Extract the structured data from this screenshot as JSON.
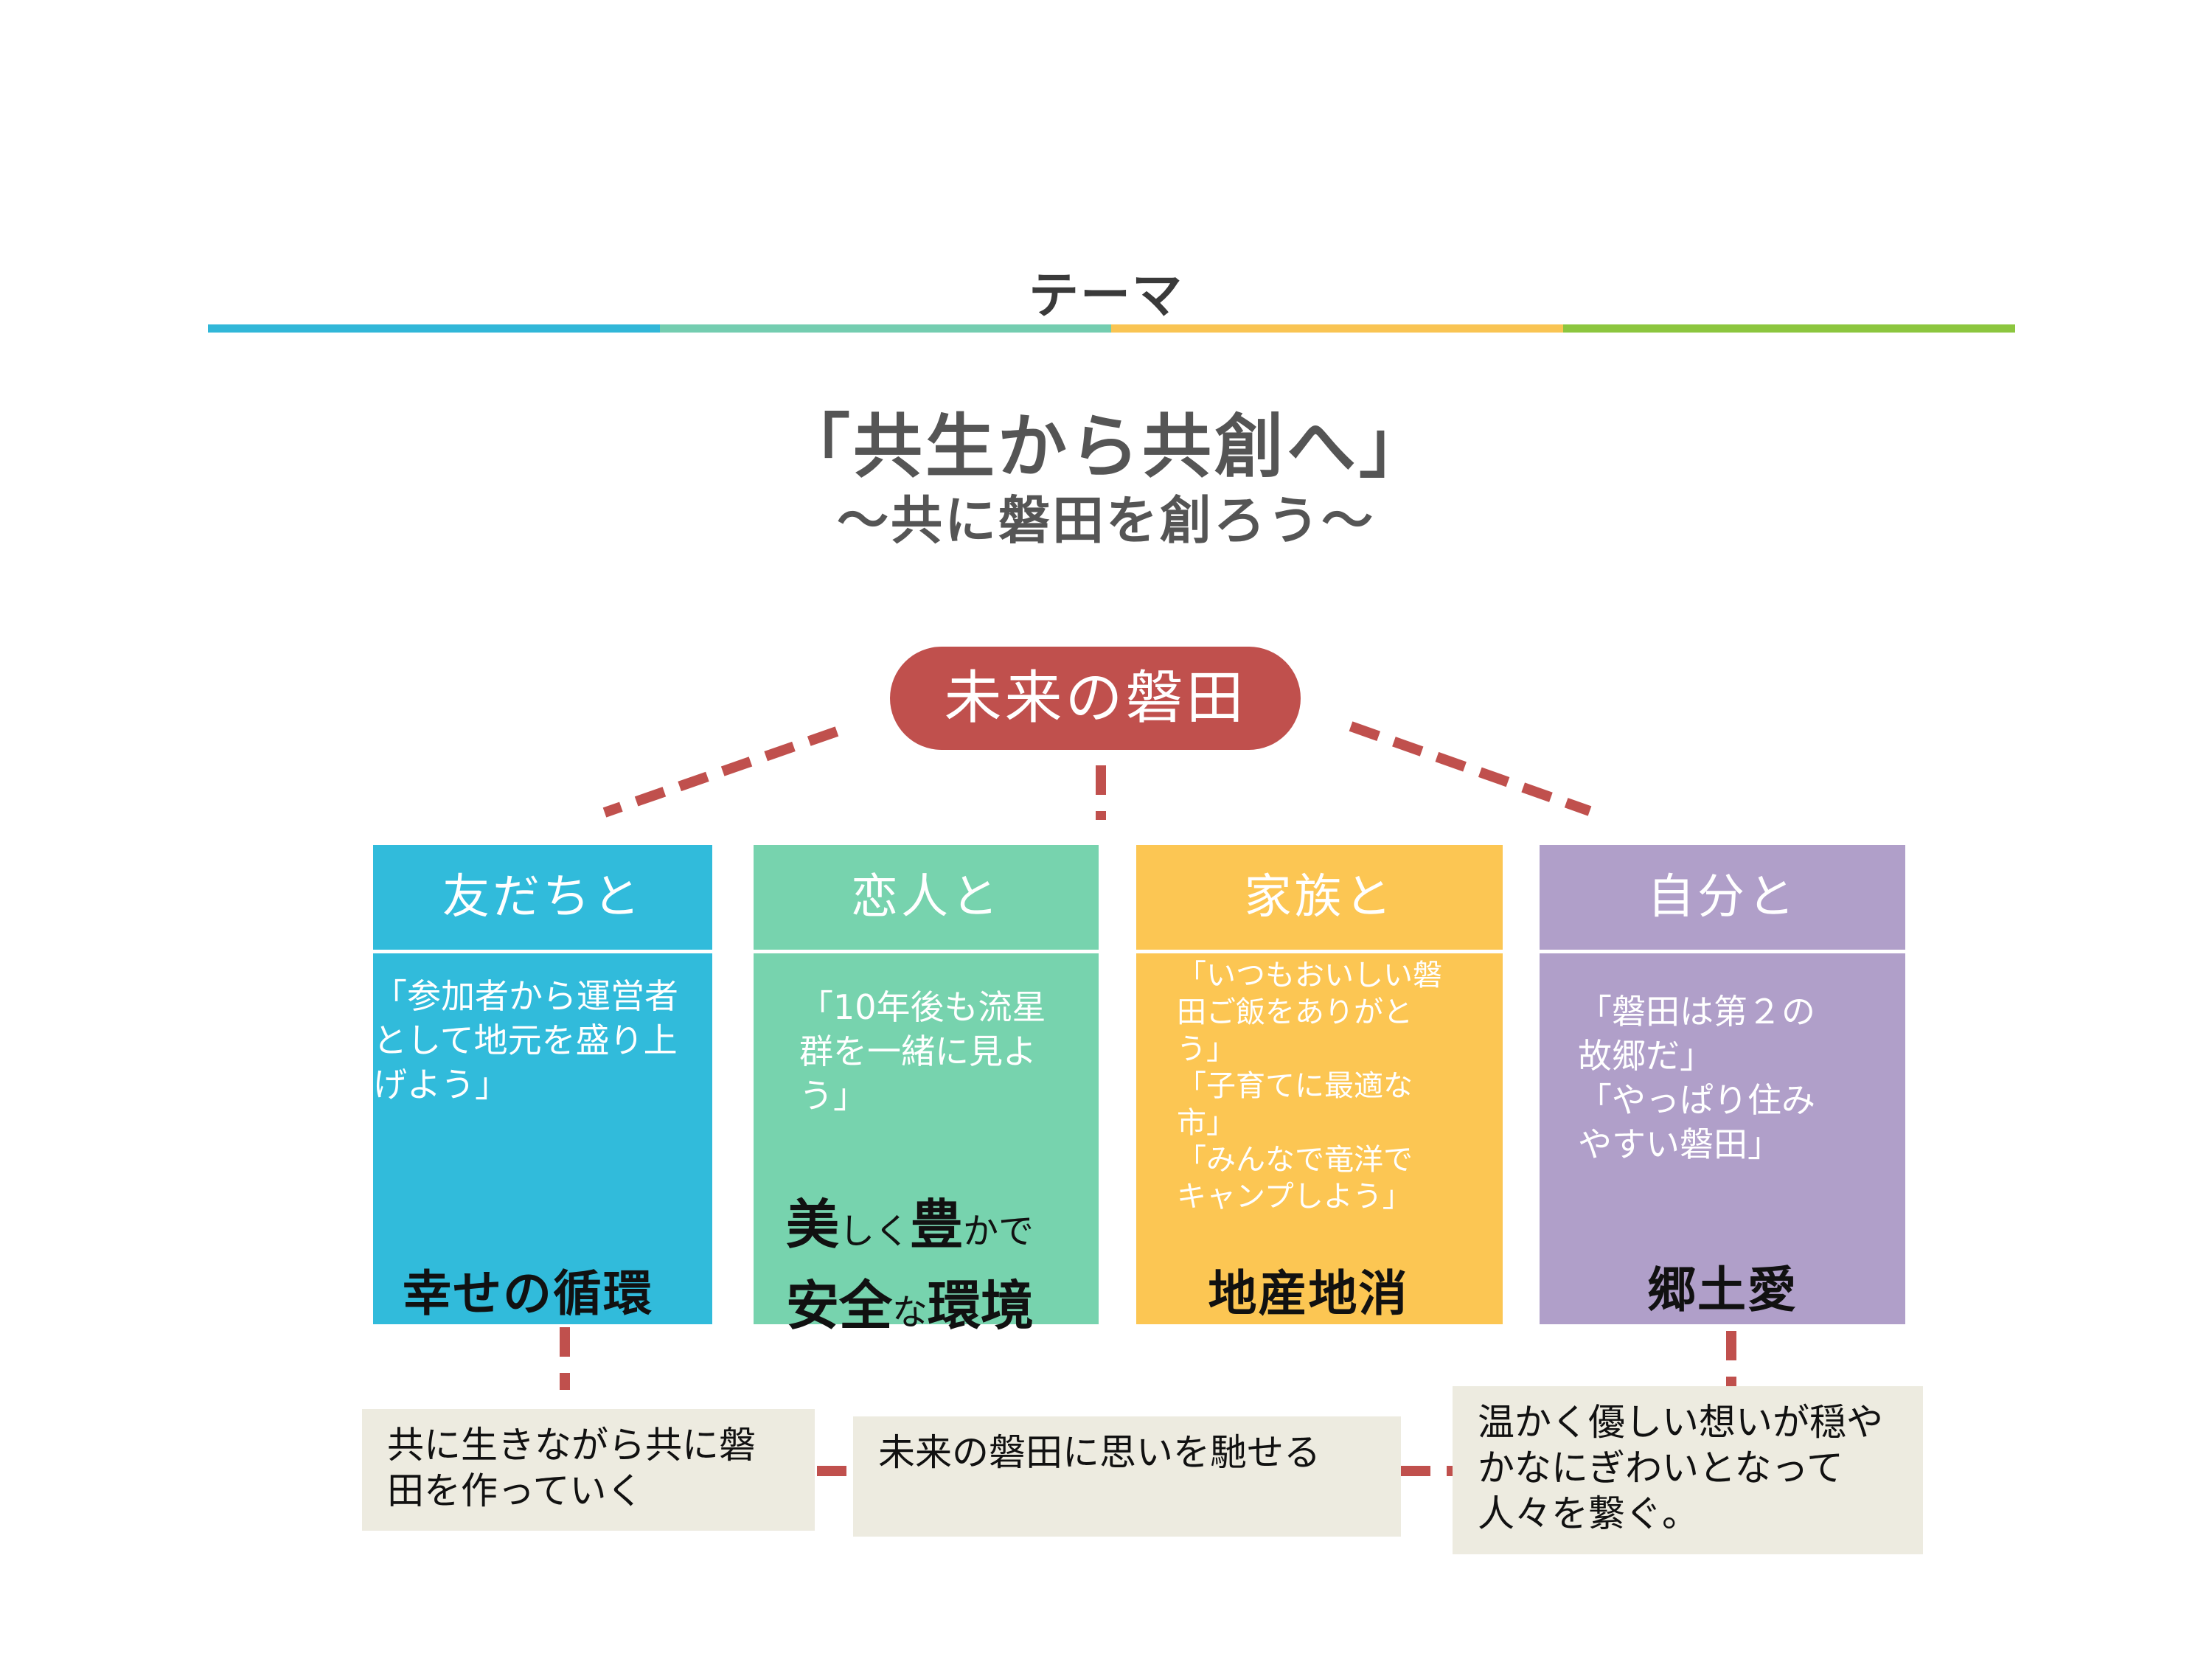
{
  "heading": "テーマ",
  "rule_colors": [
    "#31b7d8",
    "#74cdb0",
    "#f9c453",
    "#8cc63f"
  ],
  "title": "「共生から共創へ」",
  "subtitle": "～共に磐田を創ろう～",
  "center": {
    "label": "未来の磐田",
    "color": "#c0504d"
  },
  "connector_color": "#c0504d",
  "cards": [
    {
      "head": "友だちと",
      "color": "#31bbdb",
      "quote": "「参加者から運営者\nとして地元を盛り上\nげよう」",
      "key": "幸せの循環"
    },
    {
      "head": "恋人と",
      "color": "#77d3ae",
      "quote": "「10年後も流星\n群を一緒に見よ\nう」",
      "key_line1": {
        "big1": "美",
        "small1": "しく",
        "big2": "豊",
        "small2": "かで"
      },
      "key_line2": {
        "big1": "安全",
        "small1": "な",
        "big2": "環境"
      }
    },
    {
      "head": "家族と",
      "color": "#fcc653",
      "quote": "「いつもおいしい磐\n田ご飯をありがと\nう」\n「子育てに最適な\n市」\n「みんなで竜洋で\nキャンプしよう」",
      "key": "地産地消"
    },
    {
      "head": "自分と",
      "color": "#b09fc9",
      "quote": "「磐田は第２の\n故郷だ」\n「やっぱり住み\nやすい磐田」",
      "key": "郷土愛"
    }
  ],
  "notes": [
    "共に生きながら共に磐\n田を作っていく",
    "未来の磐田に思いを馳せる",
    "温かく優しい想いが穏や\nかなにぎわいとなって\n人々を繋ぐ。"
  ]
}
